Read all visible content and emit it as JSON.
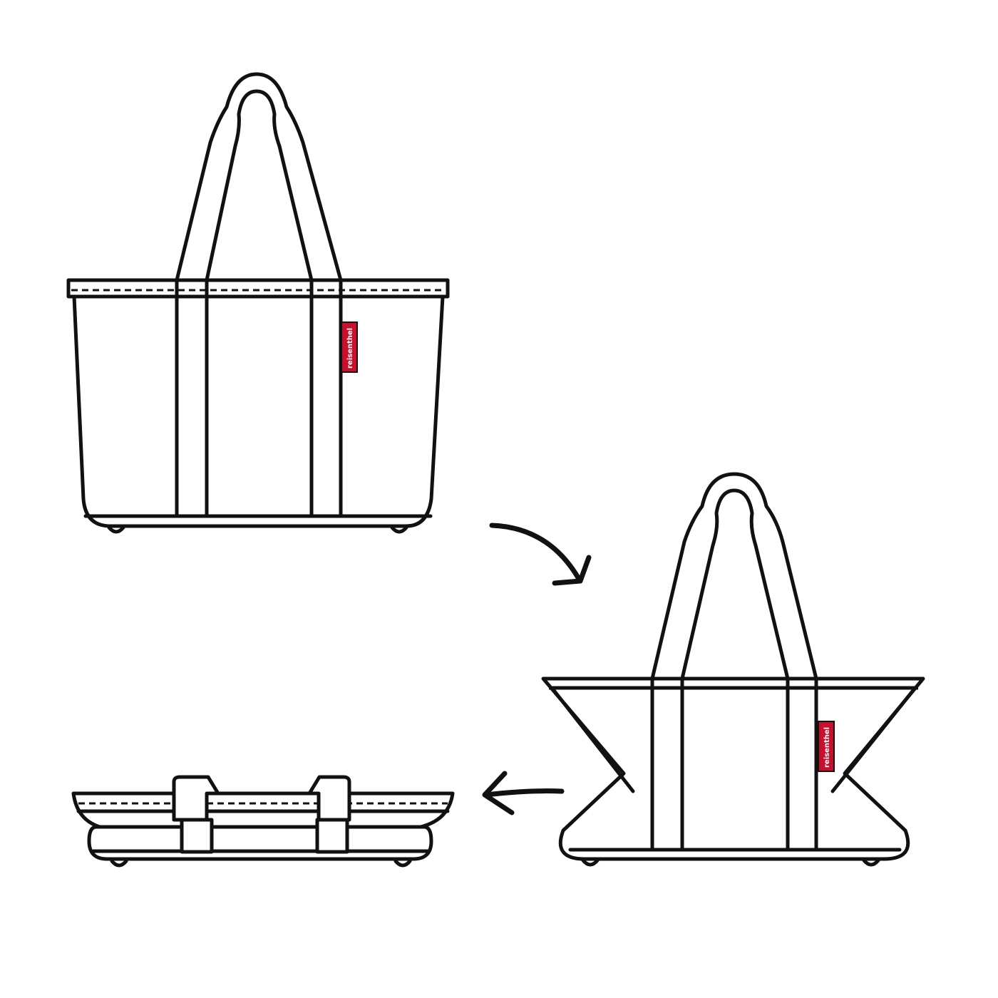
{
  "title": "Bag folding steps",
  "brand_label": "reisenthel",
  "colors": {
    "line": "#111111",
    "label": "#c8102e",
    "background": "#ffffff"
  },
  "steps": [
    {
      "id": "open",
      "state": "open bag"
    },
    {
      "id": "folding",
      "state": "sides folded in"
    },
    {
      "id": "flat",
      "state": "folded flat"
    }
  ]
}
